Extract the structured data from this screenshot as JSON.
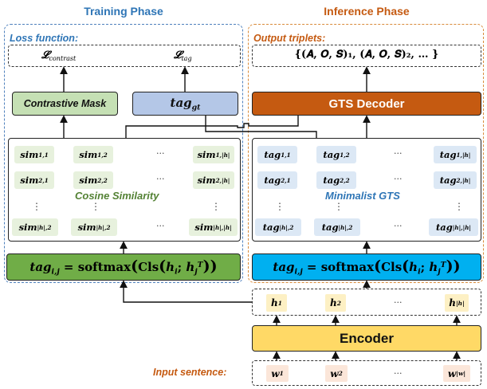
{
  "colors": {
    "training_title": "#2e75b6",
    "inference_title": "#c55a11",
    "training_outline": "#4f81bd",
    "inference_outline": "#d98b3a",
    "green_box": "#70ad47",
    "green_light": "#c5e0b4",
    "blue_light": "#b4c7e7",
    "gts_decoder": "#c55a11",
    "cyan_box": "#00b0f0",
    "encoder": "#ffd966",
    "orange_label": "#c55a11",
    "green_label": "#548235",
    "blue_label": "#2e75b6"
  },
  "training": {
    "title": "Training Phase",
    "loss_label": "Loss function:",
    "loss_contrast": "𝓛",
    "loss_contrast_sub": "contrast",
    "loss_tag": "𝓛",
    "loss_tag_sub": "tag",
    "contrastive_mask": "Contrastive Mask",
    "tag_gt": "tag",
    "tag_gt_sub": "gt",
    "matrix_label": "Cosine Similarity",
    "matrix": {
      "row1": [
        "sim",
        "1,1",
        "sim",
        "1,2",
        "···",
        "sim",
        "1,|h|"
      ],
      "row2": [
        "sim",
        "2,1",
        "sim",
        "2,2",
        "···",
        "sim",
        "2,|h|"
      ],
      "row4": [
        "sim",
        "|h|,2",
        "sim",
        "|h|,2",
        "···",
        "sim",
        "|h|,|h|"
      ]
    },
    "formula": {
      "tag": "tag",
      "sub": "i,j",
      "eq": " = softmax",
      "cls": "Cls",
      "h": "h",
      "hi_sub": "i",
      "sep": "; ",
      "hj_sub": "j",
      "hj_sup": "T"
    }
  },
  "inference": {
    "title": "Inference Phase",
    "output_label": "Output triplets:",
    "output_triplets": "{(𝑨, 𝑶, 𝑺)₁, (𝑨, 𝑶, 𝑺)₂, … }",
    "decoder": "GTS Decoder",
    "matrix_label": "Minimalist GTS",
    "matrix": {
      "row1": [
        "tag",
        "1,1",
        "tag",
        "1,2",
        "···",
        "tag",
        "1,|h|"
      ],
      "row2": [
        "tag",
        "2,1",
        "tag",
        "2,2",
        "···",
        "tag",
        "2,|h|"
      ],
      "row4": [
        "tag",
        "|h|,2",
        "tag",
        "|h|,2",
        "···",
        "tag",
        "|h|,|h|"
      ]
    },
    "hidden": [
      "h",
      "1",
      "h",
      "2",
      "···",
      "h",
      "|h|"
    ],
    "encoder": "Encoder",
    "input_label": "Input sentence:",
    "tokens": [
      "w",
      "1",
      "w",
      "2",
      "···",
      "w",
      "|w|"
    ]
  },
  "vdots": "⋮"
}
